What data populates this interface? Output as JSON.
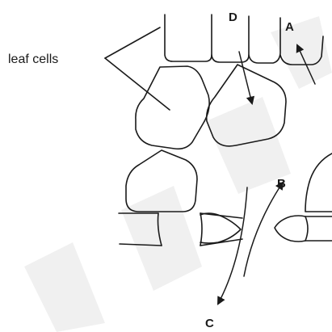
{
  "labels": {
    "leaf_cells": "leaf cells",
    "A": "A",
    "B": "B",
    "C": "C",
    "D": "D"
  },
  "colors": {
    "ink": "#1a1a1a",
    "background": "#ffffff"
  }
}
